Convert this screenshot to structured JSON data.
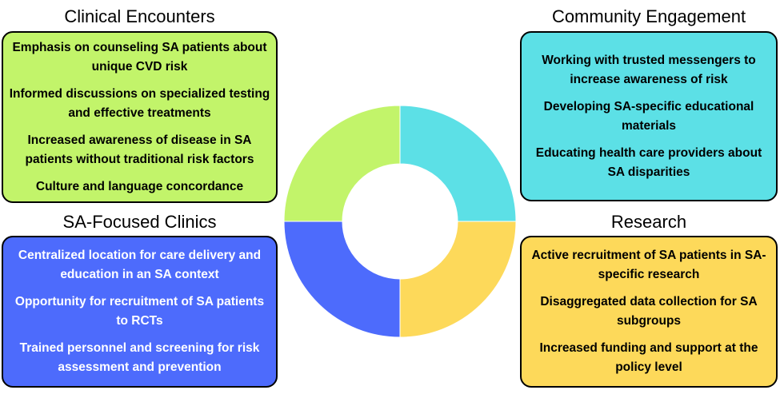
{
  "colors": {
    "clinical": "#c2f46a",
    "community": "#5ce0e6",
    "clinics": "#4d6bfc",
    "research": "#fdd95a"
  },
  "quadrants": [
    {
      "heading": "Clinical Encounters",
      "items": [
        "Emphasis on counseling SA patients about unique CVD risk",
        "Informed discussions on specialized testing and effective treatments",
        "Increased awareness of disease in SA patients without traditional risk factors",
        "Culture and language concordance"
      ]
    },
    {
      "heading": "Community Engagement",
      "items": [
        "Working with trusted messengers to increase awareness of risk",
        "Developing SA-specific educational materials",
        "Educating health care providers about SA disparities"
      ]
    },
    {
      "heading": "SA-Focused Clinics",
      "items": [
        "Centralized location for care delivery and education in an SA context",
        "Opportunity for recruitment of SA patients to RCTs",
        "Trained personnel and screening for risk assessment and prevention"
      ]
    },
    {
      "heading": "Research",
      "items": [
        "Active recruitment of SA patients in SA-specific research",
        "Disaggregated data collection for SA subgroups",
        "Increased funding and support at the policy level"
      ]
    }
  ]
}
